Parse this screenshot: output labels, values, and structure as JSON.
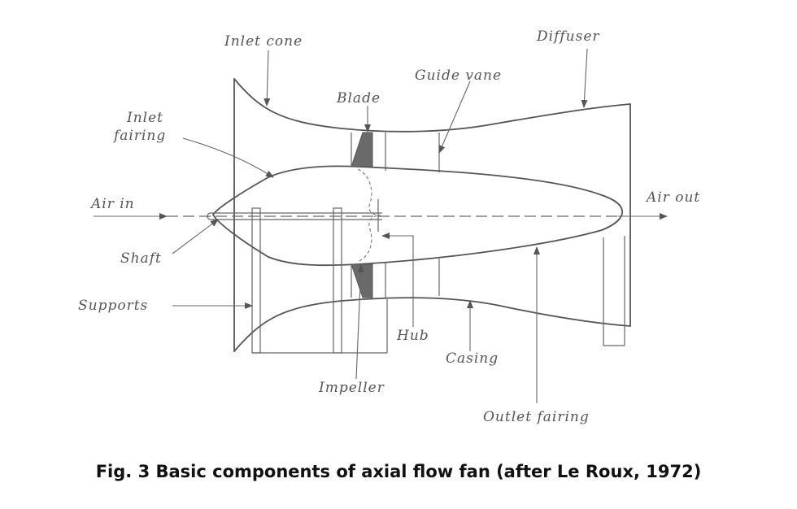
{
  "caption": "Fig. 3 Basic components of axial flow fan (after Le Roux, 1972)",
  "labels": {
    "inlet_cone": "Inlet cone",
    "diffuser": "Diffuser",
    "guide_vane": "Guide vane",
    "blade": "Blade",
    "inlet_fairing_1": "Inlet",
    "inlet_fairing_2": "fairing",
    "air_in": "Air in",
    "air_out": "Air out",
    "shaft": "Shaft",
    "supports": "Supports",
    "hub": "Hub",
    "casing": "Casing",
    "impeller": "Impeller",
    "outlet_fairing": "Outlet fairing"
  }
}
